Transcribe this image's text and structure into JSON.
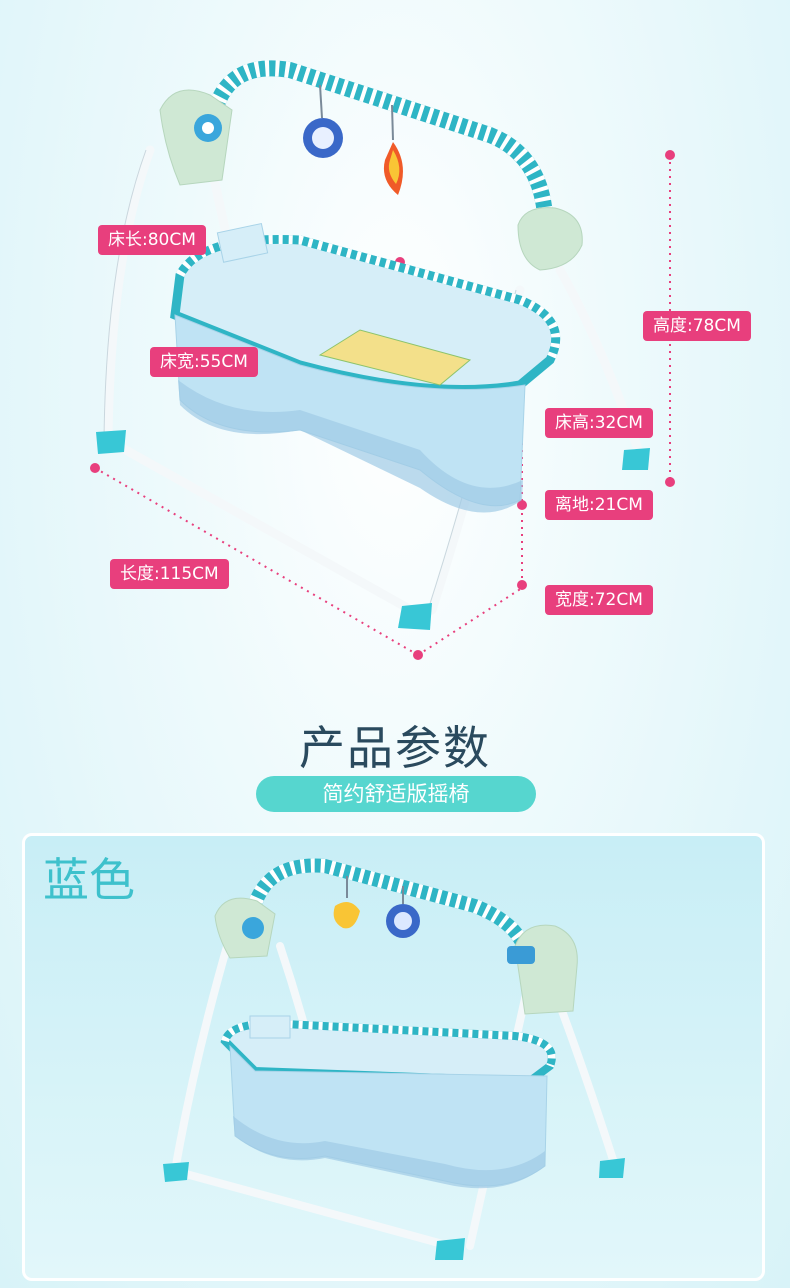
{
  "dimensions": {
    "bed_length": "床长:80CM",
    "bed_width": "床宽:55CM",
    "height": "高度:78CM",
    "bed_height": "床高:32CM",
    "ground_clearance": "离地:21CM",
    "length": "长度:115CM",
    "width": "宽度:72CM"
  },
  "section": {
    "title": "产品参数",
    "subtitle": "简约舒适版摇椅"
  },
  "variant": {
    "color_label": "蓝色"
  },
  "colors": {
    "accent": "#e83f7d",
    "teal": "#56d6cf",
    "frame": "#ffffff",
    "fabric": "#bfe3f4"
  }
}
